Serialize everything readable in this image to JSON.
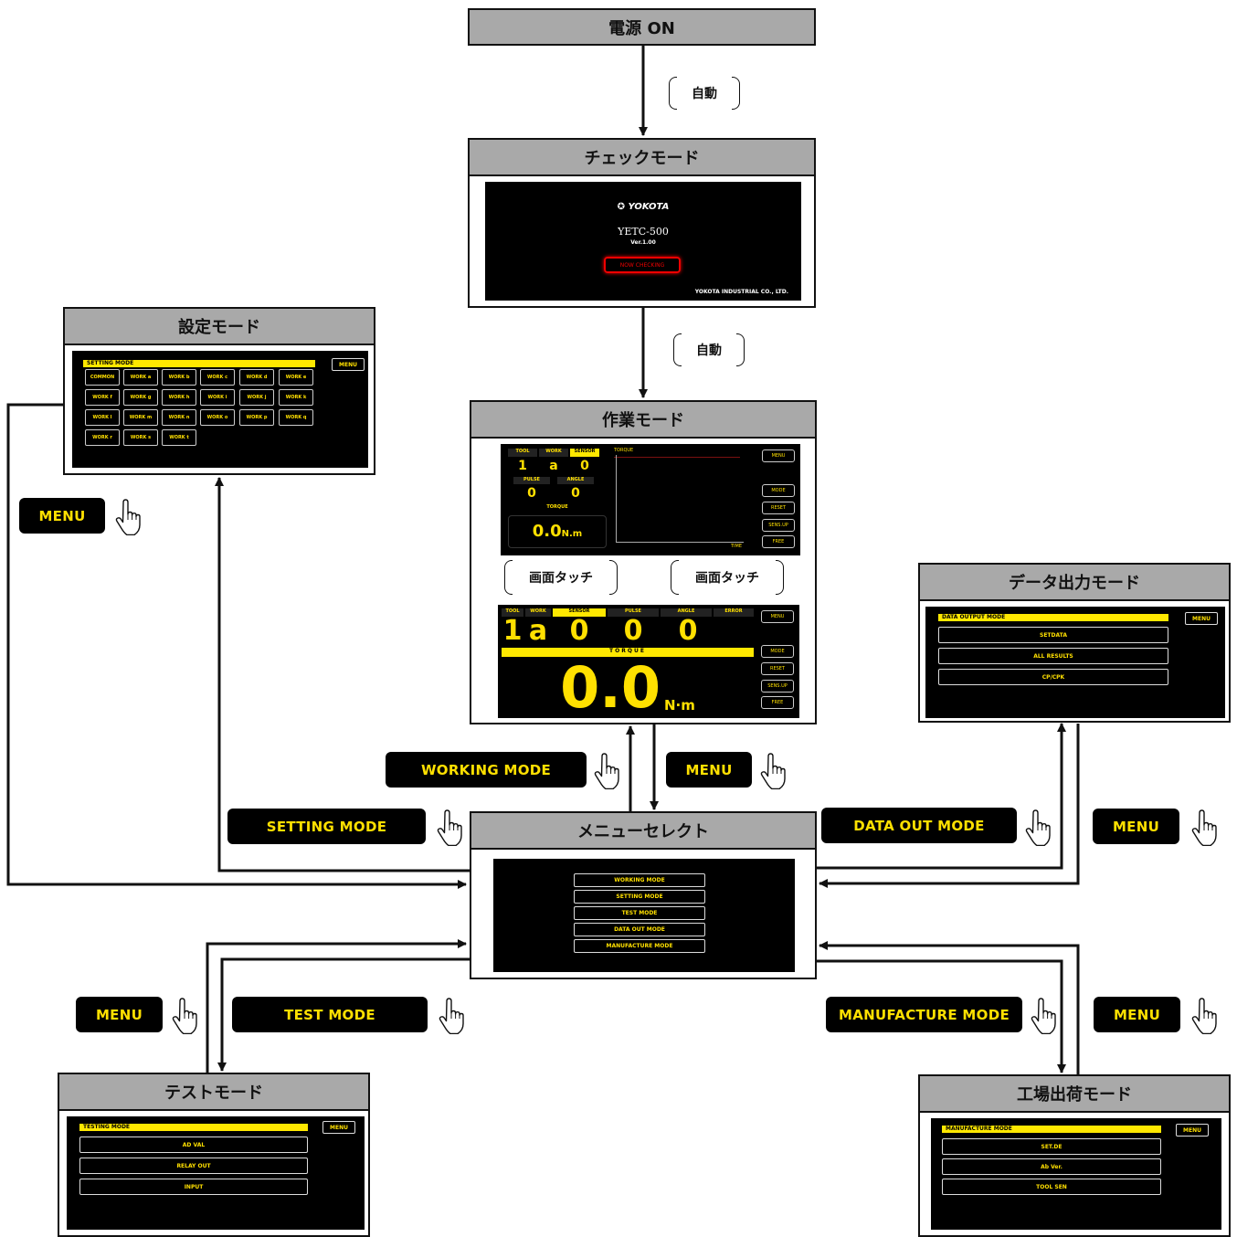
{
  "boxes": {
    "power_on": "電源 ON",
    "check_mode": "チェックモード",
    "work_mode": "作業モード",
    "menu_select": "メニューセレクト",
    "setting_mode": "設定モード",
    "data_out_mode": "データ出力モード",
    "test_mode": "テストモード",
    "factory_mode": "工場出荷モード"
  },
  "brackets": {
    "auto_1": "自動",
    "auto_2": "自動",
    "touch_left": "画面タッチ",
    "touch_right": "画面タッチ"
  },
  "buttons": {
    "menu_setting": "MENU",
    "working_mode": "WORKING MODE",
    "menu_work": "MENU",
    "setting_mode": "SETTING MODE",
    "data_out_mode": "DATA OUT MODE",
    "menu_data": "MENU",
    "menu_test": "MENU",
    "test_mode": "TEST MODE",
    "manufacture_mode": "MANUFACTURE MODE",
    "menu_factory": "MENU"
  },
  "check_screen": {
    "brand": "YOKOTA",
    "model": "YETC-500",
    "version": "Ver.1.00",
    "status": "NOW CHECKING",
    "company": "YOKOTA INDUSTRIAL CO., LTD."
  },
  "setting_screen": {
    "header": "SETTING MODE",
    "menu": "MENU",
    "items": [
      "COMMON",
      "WORK a",
      "WORK b",
      "WORK c",
      "WORK d",
      "WORK e",
      "WORK f",
      "WORK g",
      "WORK h",
      "WORK i",
      "WORK j",
      "WORK k",
      "WORK l",
      "WORK m",
      "WORK n",
      "WORK o",
      "WORK p",
      "WORK q",
      "WORK r",
      "WORK s",
      "WORK t"
    ]
  },
  "work_screen_1": {
    "labels": [
      "TOOL",
      "WORK",
      "SENSOR"
    ],
    "values": [
      "1",
      "a",
      "0"
    ],
    "labels2": [
      "PULSE",
      "ANGLE"
    ],
    "values2": [
      "0",
      "0"
    ],
    "torque_label": "TORQUE",
    "torque_value": "0.0",
    "torque_unit": "N.m",
    "graph_title": "TORQUE",
    "graph_axis": "TIME",
    "side_buttons": [
      "MENU",
      "",
      "MODE",
      "RESET",
      "SENS.UP",
      "FREE"
    ]
  },
  "work_screen_2": {
    "labels": [
      "TOOL",
      "WORK",
      "SENSOR",
      "PULSE",
      "ANGLE",
      "ERROR"
    ],
    "big_values": [
      "1",
      "a",
      "0",
      "0",
      "0"
    ],
    "torque_label": "TORQUE",
    "torque_value": "0.0",
    "torque_unit": "N·m",
    "side_buttons": [
      "MENU",
      "",
      "MODE",
      "RESET",
      "SENS.UP",
      "FREE"
    ]
  },
  "data_screen": {
    "header": "DATA OUTPUT MODE",
    "menu": "MENU",
    "items": [
      "SETDATA",
      "ALL RESULTS",
      "CP/CPK"
    ]
  },
  "menu_screen": {
    "items": [
      "WORKING MODE",
      "SETTING MODE",
      "TEST MODE",
      "DATA OUT MODE",
      "MANUFACTURE MODE"
    ]
  },
  "test_screen": {
    "header": "TESTING MODE",
    "menu": "MENU",
    "items": [
      "AD VAL",
      "RELAY OUT",
      "INPUT"
    ]
  },
  "factory_screen": {
    "header": "MANUFACTURE MODE",
    "menu": "MENU",
    "items": [
      "SET.DE",
      "Ab Ver.",
      "TOOL SEN"
    ]
  }
}
